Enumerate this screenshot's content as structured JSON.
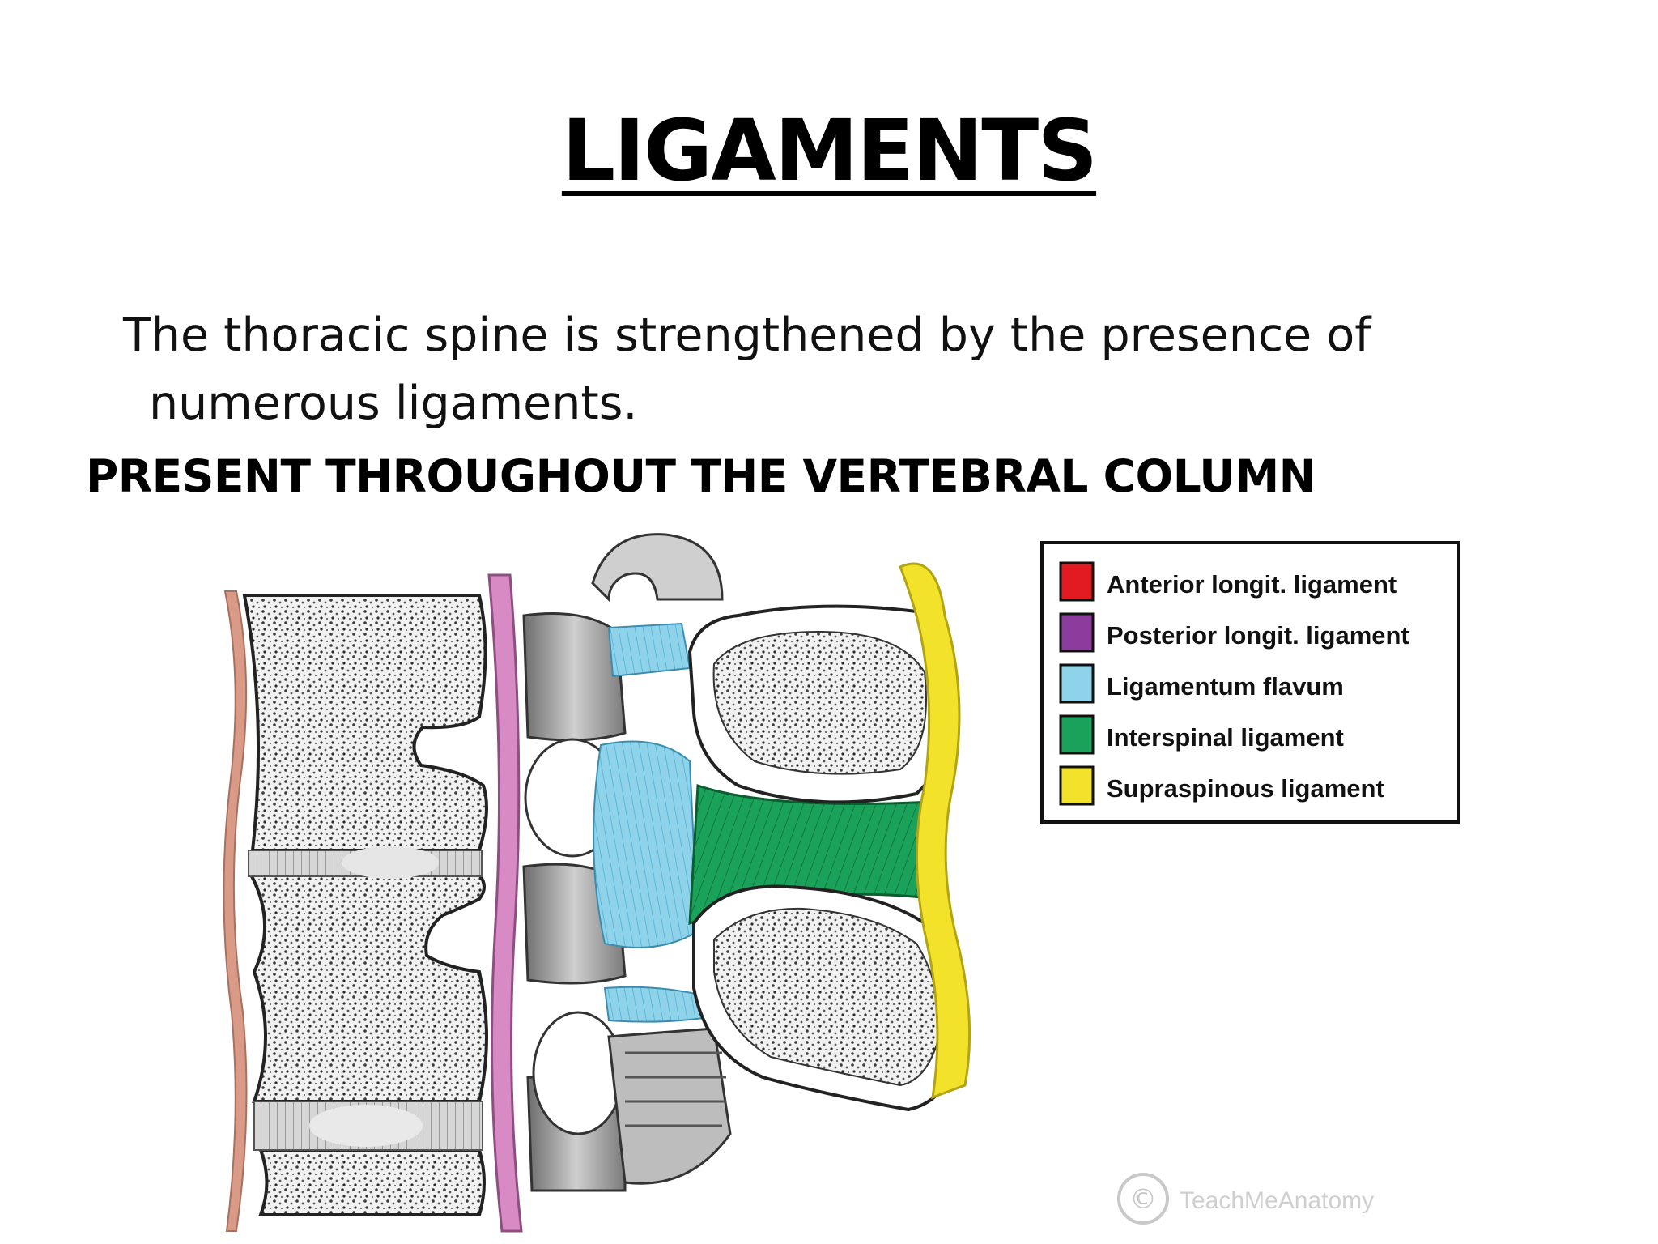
{
  "slide": {
    "title": "LIGAMENTS",
    "intro_line1": "The thoracic spine is strengthened by the presence of",
    "intro_line2": "numerous ligaments.",
    "subheading": "PRESENT THROUGHOUT THE VERTEBRAL COLUMN"
  },
  "legend": {
    "items": [
      {
        "label": "Anterior longit. ligament",
        "color": "#e21b23"
      },
      {
        "label": "Posterior longit. ligament",
        "color": "#8b3c9c"
      },
      {
        "label": "Ligamentum flavum",
        "color": "#8fd3ea"
      },
      {
        "label": "Interspinal ligament",
        "color": "#1aa15a"
      },
      {
        "label": "Supraspinous ligament",
        "color": "#f2e32a"
      }
    ]
  },
  "watermark": {
    "text": "TeachMeAnatomy",
    "symbol": "©"
  },
  "colors": {
    "anterior_ligament": "#d99a88",
    "posterior_ligament": "#d88ac4",
    "ligamentum_flavum": "#8fd3ea",
    "interspinal": "#1aa15a",
    "supraspinous": "#f2e32a",
    "bone_fill": "#f4f4f4",
    "bone_dots": "#3a3a3a"
  }
}
